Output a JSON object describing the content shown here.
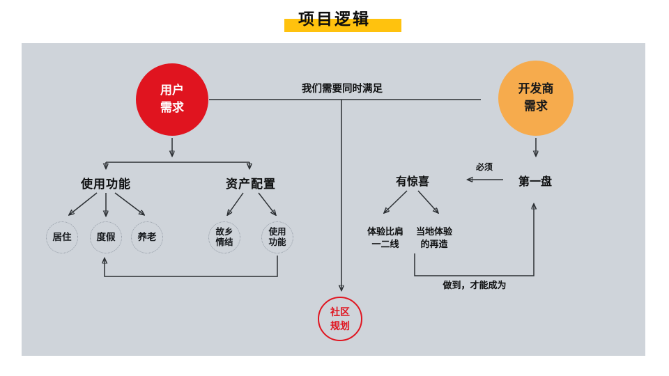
{
  "title": "项目逻辑",
  "colors": {
    "panel_bg": "#CFD4DA",
    "user_circle_fill": "#E0141F",
    "developer_circle_fill": "#F6AB4D",
    "title_highlight": "#FFC20E",
    "community_circle_outline": "#E0141F",
    "edge_stroke": "#2b2f33"
  },
  "nodes": {
    "user_needs": {
      "line1": "用户",
      "line2": "需求"
    },
    "developer_needs": {
      "line1": "开发商",
      "line2": "需求"
    },
    "community_planning": {
      "line1": "社区",
      "line2": "规划"
    },
    "living": "居住",
    "vacation": "度假",
    "retirement": "养老",
    "hometown": {
      "line1": "故乡",
      "line2": "情结"
    },
    "usage_small": {
      "line1": "使用",
      "line2": "功能"
    }
  },
  "labels": {
    "need_both": "我们需要同时满足",
    "usage_function": "使用功能",
    "asset_allocation": "资产配置",
    "surprise": "有惊喜",
    "must": "必须",
    "first_project": "第一盘",
    "experience_tier": {
      "line1": "体验比肩",
      "line2": "一二线"
    },
    "local_experience": {
      "line1": "当地体验",
      "line2": "的再造"
    },
    "achieve_become": "做到，才能成为"
  }
}
